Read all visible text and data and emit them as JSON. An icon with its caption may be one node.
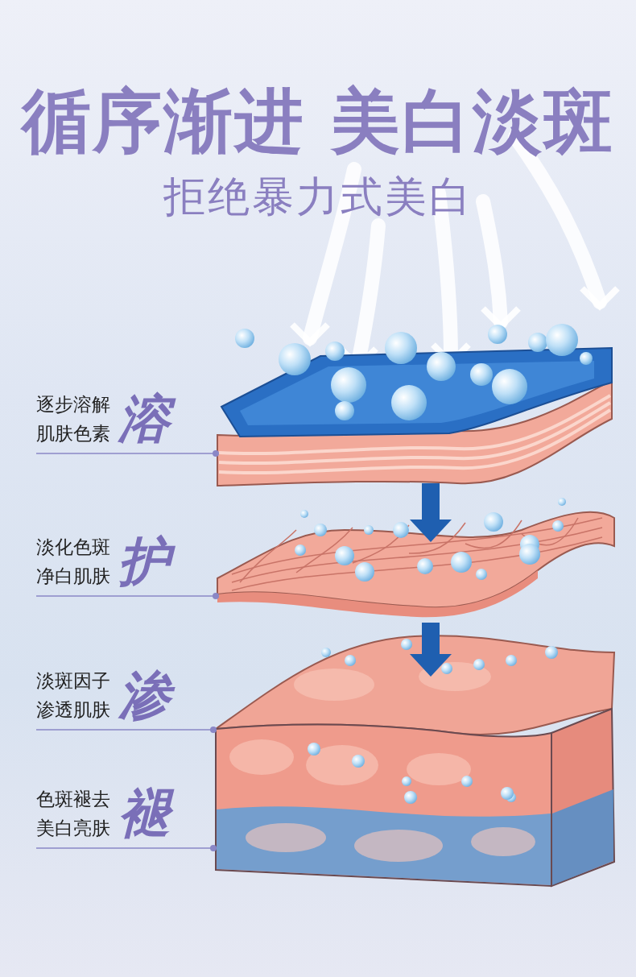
{
  "diagram": {
    "title": "循序渐进 美白淡斑",
    "caption": "拒绝暴力式美白",
    "nodes": [
      {
        "text": [
          "逐步溶解肌肤色素",
          "溶"
        ]
      },
      {
        "text": [
          "淡化色斑净白肌肤",
          "护"
        ]
      },
      {
        "text": [
          "淡斑因子渗透肌肤",
          "渗"
        ]
      },
      {
        "text": [
          "色斑褪去美白亮肤",
          "褪"
        ]
      },
      {
        "text": [],
        "shape": "picture"
      },
      {
        "text": [],
        "shape": "picture"
      },
      {
        "text": [],
        "shape": "picture"
      }
    ],
    "edges": [
      {
        "from": 0,
        "to": 4,
        "arrow": "other"
      },
      {
        "from": 1,
        "to": 5,
        "arrow": "other"
      },
      {
        "from": 2,
        "to": 6,
        "arrow": "other"
      },
      {
        "from": 3,
        "to": 6,
        "arrow": "other"
      },
      {
        "from": 4,
        "to": 5,
        "arrow": "to",
        "style": "thick",
        "color": "#1f5fb0"
      },
      {
        "from": 5,
        "to": 6,
        "arrow": "to",
        "style": "thick",
        "color": "#1f5fb0"
      }
    ]
  }
}
